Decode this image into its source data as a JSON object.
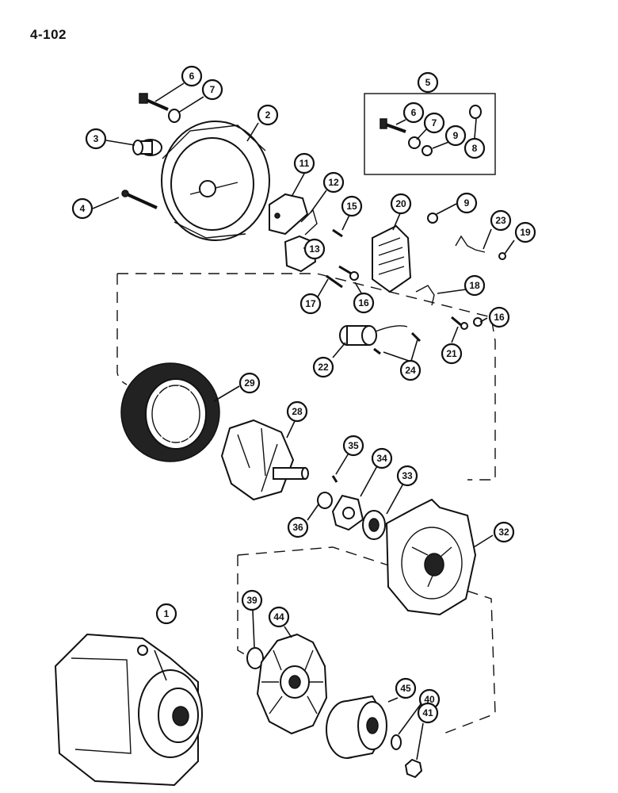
{
  "page": {
    "number": "4-102"
  },
  "callouts": [
    {
      "id": "c1",
      "label": "1"
    },
    {
      "id": "c2",
      "label": "2"
    },
    {
      "id": "c3",
      "label": "3"
    },
    {
      "id": "c4",
      "label": "4"
    },
    {
      "id": "c5",
      "label": "5"
    },
    {
      "id": "c6a",
      "label": "6"
    },
    {
      "id": "c7a",
      "label": "7"
    },
    {
      "id": "c6b",
      "label": "6"
    },
    {
      "id": "c7b",
      "label": "7"
    },
    {
      "id": "c8",
      "label": "8"
    },
    {
      "id": "c9a",
      "label": "9"
    },
    {
      "id": "c9b",
      "label": "9"
    },
    {
      "id": "c11",
      "label": "11"
    },
    {
      "id": "c12",
      "label": "12"
    },
    {
      "id": "c13",
      "label": "13"
    },
    {
      "id": "c15",
      "label": "15"
    },
    {
      "id": "c16a",
      "label": "16"
    },
    {
      "id": "c16b",
      "label": "16"
    },
    {
      "id": "c17",
      "label": "17"
    },
    {
      "id": "c18",
      "label": "18"
    },
    {
      "id": "c19",
      "label": "19"
    },
    {
      "id": "c20",
      "label": "20"
    },
    {
      "id": "c21",
      "label": "21"
    },
    {
      "id": "c22",
      "label": "22"
    },
    {
      "id": "c23",
      "label": "23"
    },
    {
      "id": "c24",
      "label": "24"
    },
    {
      "id": "c28",
      "label": "28"
    },
    {
      "id": "c29",
      "label": "29"
    },
    {
      "id": "c32",
      "label": "32"
    },
    {
      "id": "c33",
      "label": "33"
    },
    {
      "id": "c34",
      "label": "34"
    },
    {
      "id": "c35",
      "label": "35"
    },
    {
      "id": "c36",
      "label": "36"
    },
    {
      "id": "c39",
      "label": "39"
    },
    {
      "id": "c40",
      "label": "40"
    },
    {
      "id": "c41",
      "label": "41"
    },
    {
      "id": "c44",
      "label": "44"
    },
    {
      "id": "c45",
      "label": "45"
    }
  ]
}
